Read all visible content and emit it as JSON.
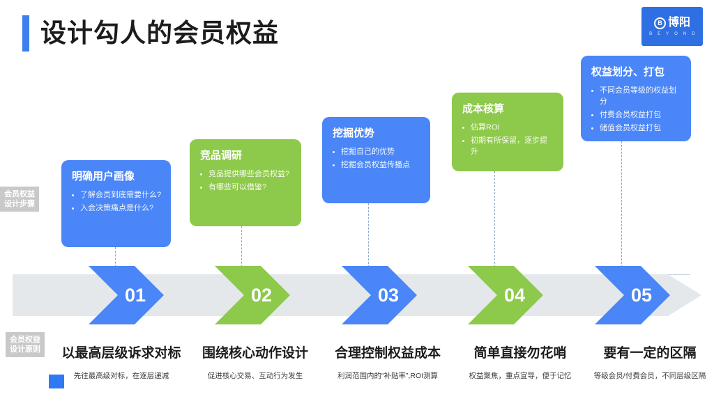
{
  "header": {
    "title": "设计勾人的会员权益",
    "logo": {
      "mark": "B",
      "cn": "博阳",
      "en": "B E Y O N D"
    }
  },
  "side_labels": {
    "steps": "会员权益\n设计步骤",
    "steps_line1": "会员权益",
    "steps_line2": "设计步骤",
    "principles_line1": "会员权益",
    "principles_line2": "设计原则"
  },
  "colors": {
    "blue": "#3d7ff0",
    "chevron_blue": "#4a86f7",
    "green": "#8dc94b",
    "band_gray": "#e4e8eb",
    "label_gray": "#c9c9c9",
    "dot_navy": "#2d4a66"
  },
  "steps": [
    {
      "number": "01",
      "color": "blue",
      "title": "明确用户画像",
      "bullets": [
        "了解会员到底需要什么?",
        "入会决策痛点是什么?"
      ]
    },
    {
      "number": "02",
      "color": "green",
      "title": "竞品调研",
      "bullets": [
        "竞品提供哪些会员权益?",
        "有哪些可以借鉴?"
      ]
    },
    {
      "number": "03",
      "color": "blue",
      "title": "挖掘优势",
      "bullets": [
        "挖掘自己的优势",
        "挖掘会员权益传播点"
      ]
    },
    {
      "number": "04",
      "color": "green",
      "title": "成本核算",
      "bullets": [
        "估算ROI",
        "初期有所保留，逐步提升"
      ]
    },
    {
      "number": "05",
      "color": "blue",
      "title": "权益划分、打包",
      "bullets": [
        "不同会员等级的权益划分",
        "付费会员权益打包",
        "储值会员权益打包"
      ]
    }
  ],
  "principles": [
    {
      "title": "以最高层级诉求对标",
      "desc": "先往最高级对标，在逐层递减"
    },
    {
      "title": "围绕核心动作设计",
      "desc": "促进核心交易、互动行为发生"
    },
    {
      "title": "合理控制权益成本",
      "desc": "利润范围内的“补贴率”,ROI测算"
    },
    {
      "title": "简单直接勿花哨",
      "desc": "权益聚焦，重点宣导，便于记忆"
    },
    {
      "title": "要有一定的区隔",
      "desc": "等级会员/付费会员，不同层级区隔"
    }
  ]
}
